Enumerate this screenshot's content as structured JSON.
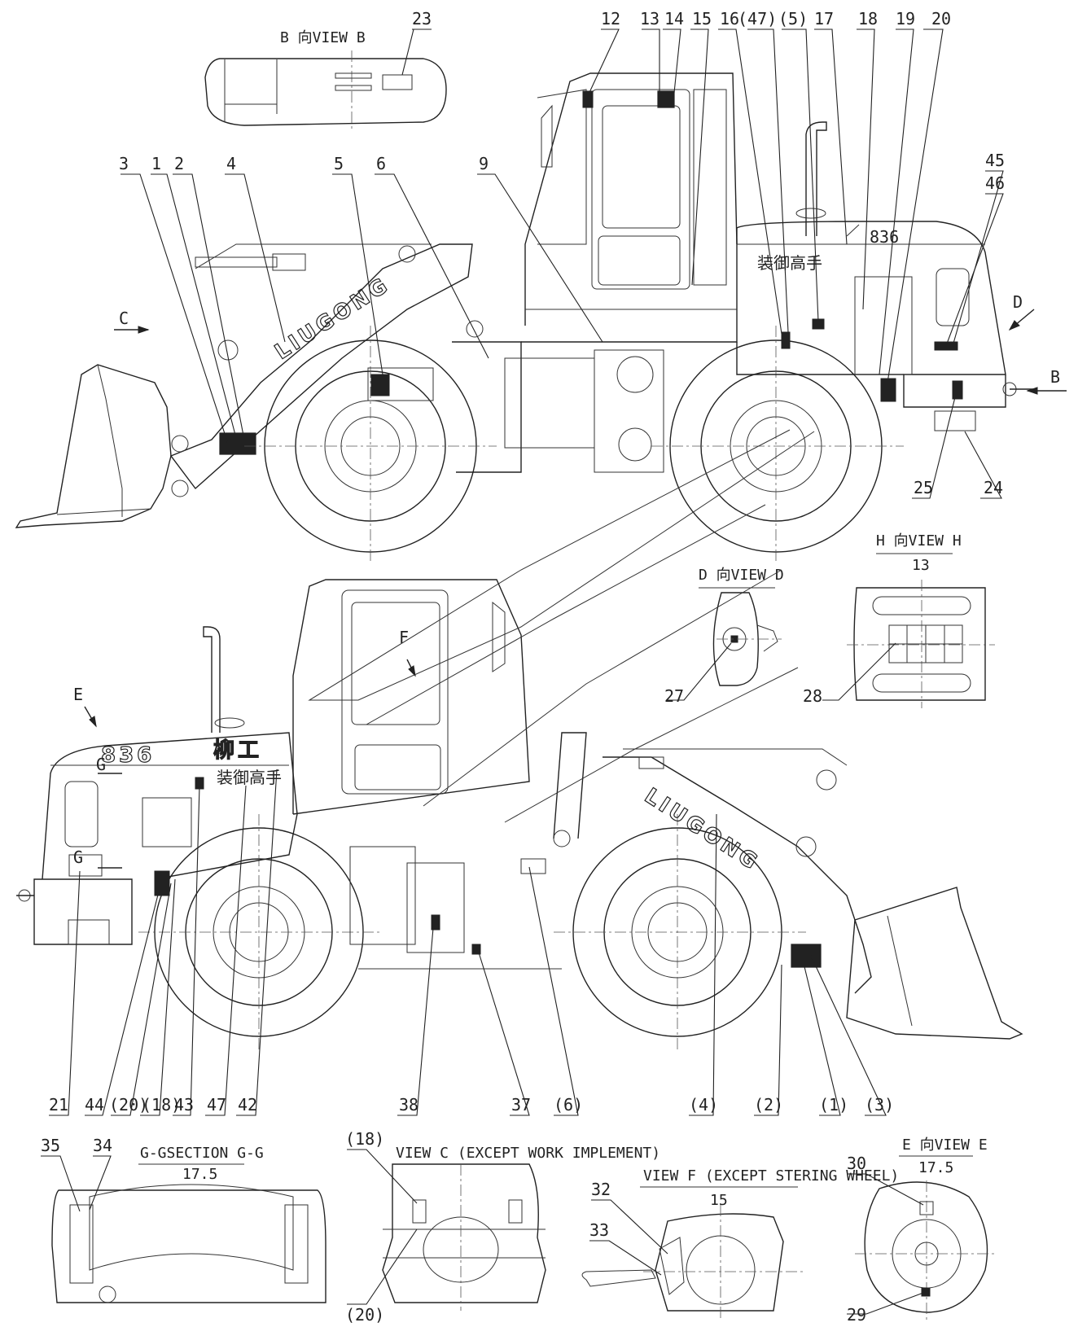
{
  "view_titles": {
    "view_b": "B 向VIEW B",
    "view_h": "H 向VIEW H",
    "view_h_scale": "13",
    "view_d": "D 向VIEW D",
    "section_g": "G-GSECTION G-G",
    "section_g_scale": "17.5",
    "view_c": "VIEW C (EXCEPT WORK IMPLEMENT)",
    "view_f": "VIEW F (EXCEPT STERING WHEEL)",
    "view_f_scale": "15",
    "view_e": "E 向VIEW E",
    "view_e_scale": "17.5"
  },
  "branding": {
    "logo_text": "LIUGONG",
    "model": "836",
    "cn_slogan": "装御高手",
    "cn_brand": "柳工"
  },
  "direction_markers": {
    "b": "B",
    "c": "C",
    "d": "D",
    "e": "E",
    "f": "F",
    "g_top": "G",
    "g_bottom": "G"
  },
  "callouts": {
    "top": [
      "3",
      "1",
      "2",
      "4",
      "5",
      "6",
      "9",
      "12",
      "13",
      "14",
      "15",
      "16",
      "(47)",
      "(5)",
      "17",
      "18",
      "19",
      "20",
      "23",
      "45",
      "46",
      "25",
      "24"
    ],
    "bottom": [
      "21",
      "44",
      "(20)",
      "(18)",
      "43",
      "47",
      "42",
      "38",
      "37",
      "(6)",
      "(4)",
      "(2)",
      "(1)",
      "(3)",
      "27",
      "28"
    ],
    "views": [
      "35",
      "34",
      "(18)",
      "(20)",
      "32",
      "33",
      "30",
      "29"
    ]
  }
}
